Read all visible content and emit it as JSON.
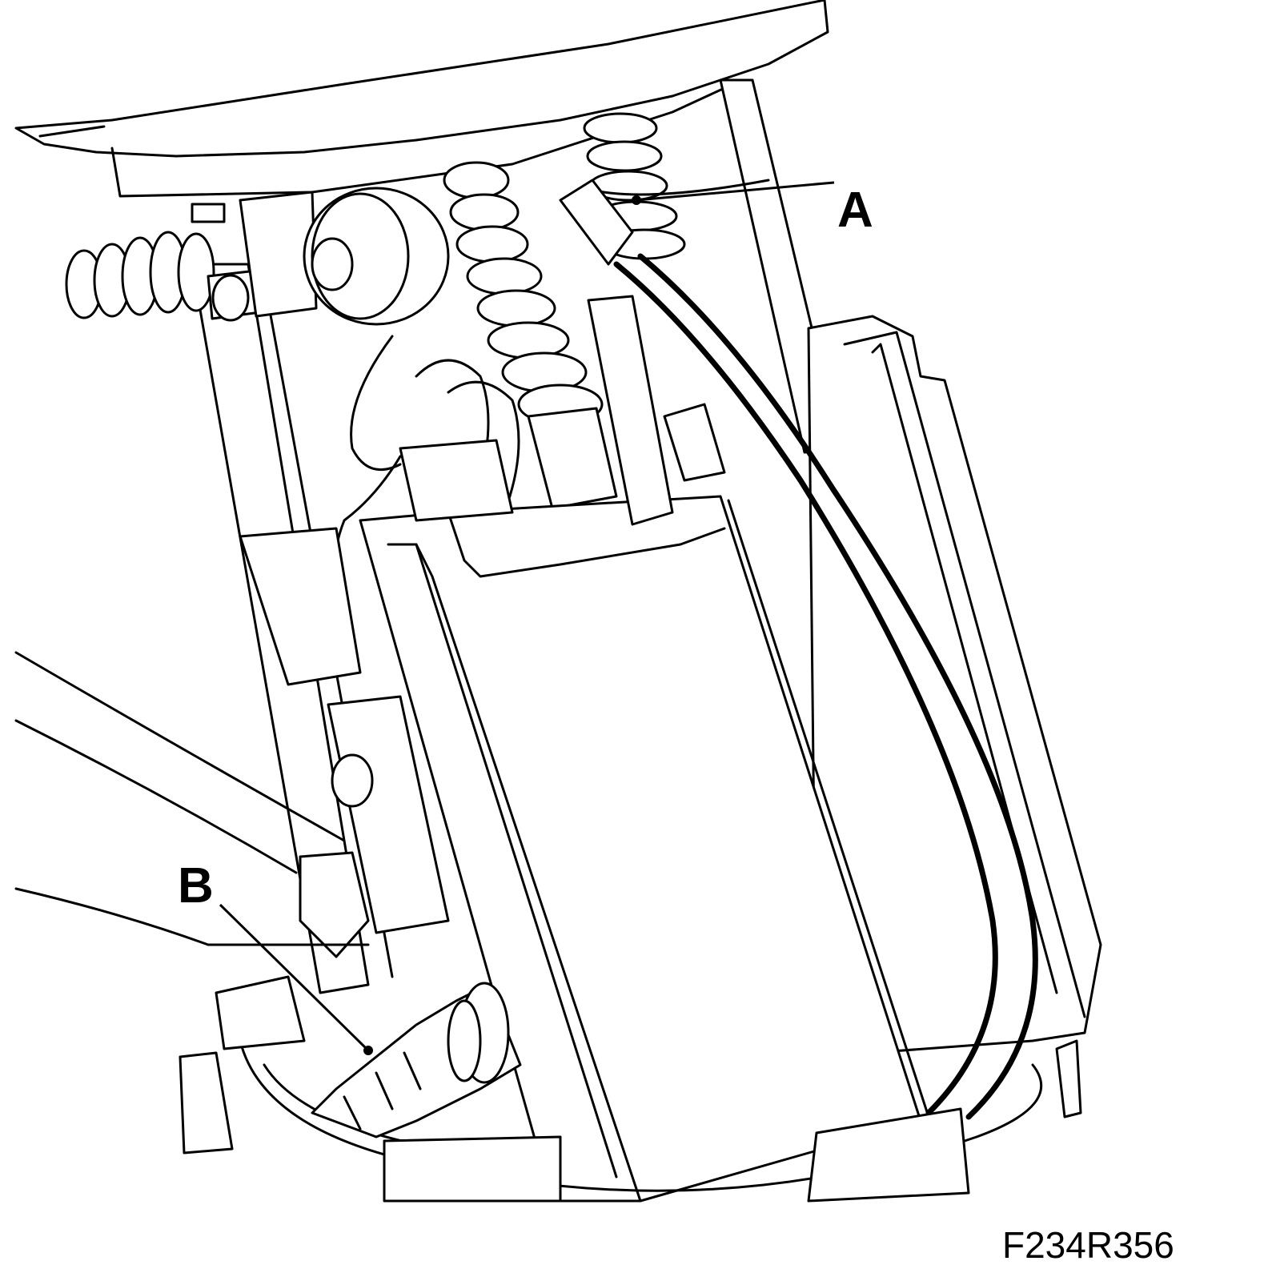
{
  "callouts": {
    "a": "A",
    "b": "B"
  },
  "figure_id": "F234R356"
}
